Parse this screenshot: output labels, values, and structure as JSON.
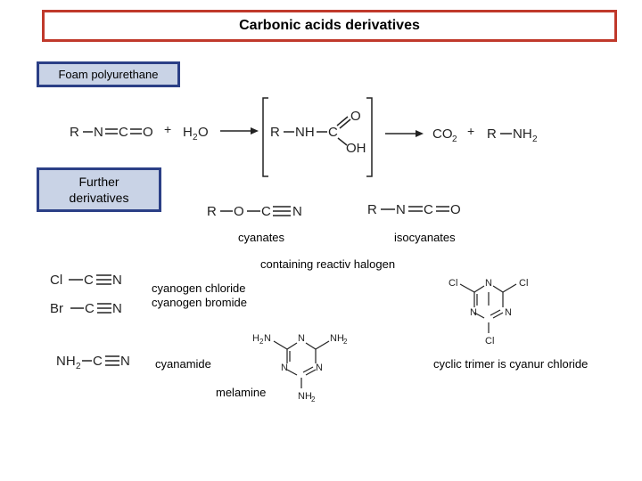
{
  "title": "Carbonic acids derivatives",
  "boxes": {
    "foam": "Foam polyurethane",
    "further_line1": "Further",
    "further_line2": "derivatives"
  },
  "reaction": {
    "r1": "R",
    "n": "N",
    "c": "C",
    "o": "O",
    "plus1": "+",
    "h2o": "H",
    "h2o_sub": "2",
    "h2o_o": "O",
    "int_r": "R",
    "int_nh": "NH",
    "int_c": "C",
    "int_o": "O",
    "int_oh": "OH",
    "co2": "CO",
    "co2_sub": "2",
    "plus2": "+",
    "prod_r": "R",
    "prod_nh": "NH",
    "prod_sub": "2"
  },
  "cyanate_formula": {
    "r": "R",
    "o": "O",
    "c": "C",
    "n": "N"
  },
  "isocyanate_formula": {
    "r": "R",
    "n": "N",
    "c": "C",
    "o": "O"
  },
  "labels": {
    "cyanates": "cyanates",
    "isocyanates": "isocyanates",
    "halogen": "containing reactiv halogen",
    "cyanogen_chloride": "cyanogen chloride",
    "cyanogen_bromide": "cyanogen bromide",
    "cyanamide": "cyanamide",
    "melamine": "melamine",
    "cyanur": "cyclic trimer is cyanur chloride"
  },
  "cl_cn": {
    "cl": "Cl",
    "c": "C",
    "n": "N"
  },
  "br_cn": {
    "br": "Br",
    "c": "C",
    "n": "N"
  },
  "nh2_cn": {
    "nh": "NH",
    "sub": "2",
    "c": "C",
    "n": "N"
  },
  "melamine_struct": {
    "h2n": "H",
    "h2n_sub": "2",
    "h2n_n": "N",
    "nh2": "NH",
    "nh2_sub": "2",
    "n": "N",
    "bottom": "NH",
    "bottom_sub": "2"
  },
  "cyanur_struct": {
    "cl": "Cl",
    "n": "N"
  }
}
